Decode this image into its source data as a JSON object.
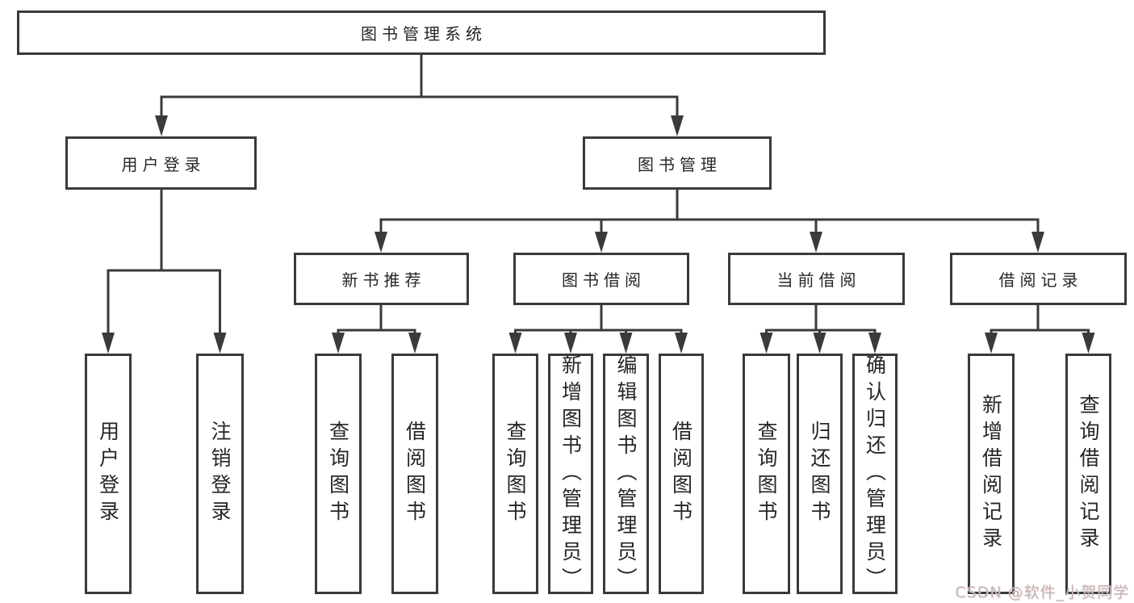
{
  "diagram": {
    "root": {
      "label": "图书管理系统"
    },
    "level2": [
      {
        "label": "用户登录"
      },
      {
        "label": "图书管理"
      }
    ],
    "level3": [
      {
        "label": "新书推荐"
      },
      {
        "label": "图书借阅"
      },
      {
        "label": "当前借阅"
      },
      {
        "label": "借阅记录"
      }
    ],
    "leaves": [
      {
        "label": "用户登录"
      },
      {
        "label": "注销登录"
      },
      {
        "label": "查询图书"
      },
      {
        "label": "借阅图书"
      },
      {
        "label": "查询图书"
      },
      {
        "label": "新增图书（管理员）"
      },
      {
        "label": "编辑图书（管理员）"
      },
      {
        "label": "借阅图书"
      },
      {
        "label": "查询图书"
      },
      {
        "label": "归还图书"
      },
      {
        "label": "确认归还（管理员）"
      },
      {
        "label": "新增借阅记录"
      },
      {
        "label": "查询借阅记录"
      }
    ],
    "watermark": {
      "text": "CSDN @软件_小贺同学"
    },
    "colors": {
      "line": "#3a3a3a",
      "box_border": "#3a3a3a",
      "text": "#262626",
      "watermark": "#c2b7b8",
      "background": "#ffffff"
    }
  }
}
